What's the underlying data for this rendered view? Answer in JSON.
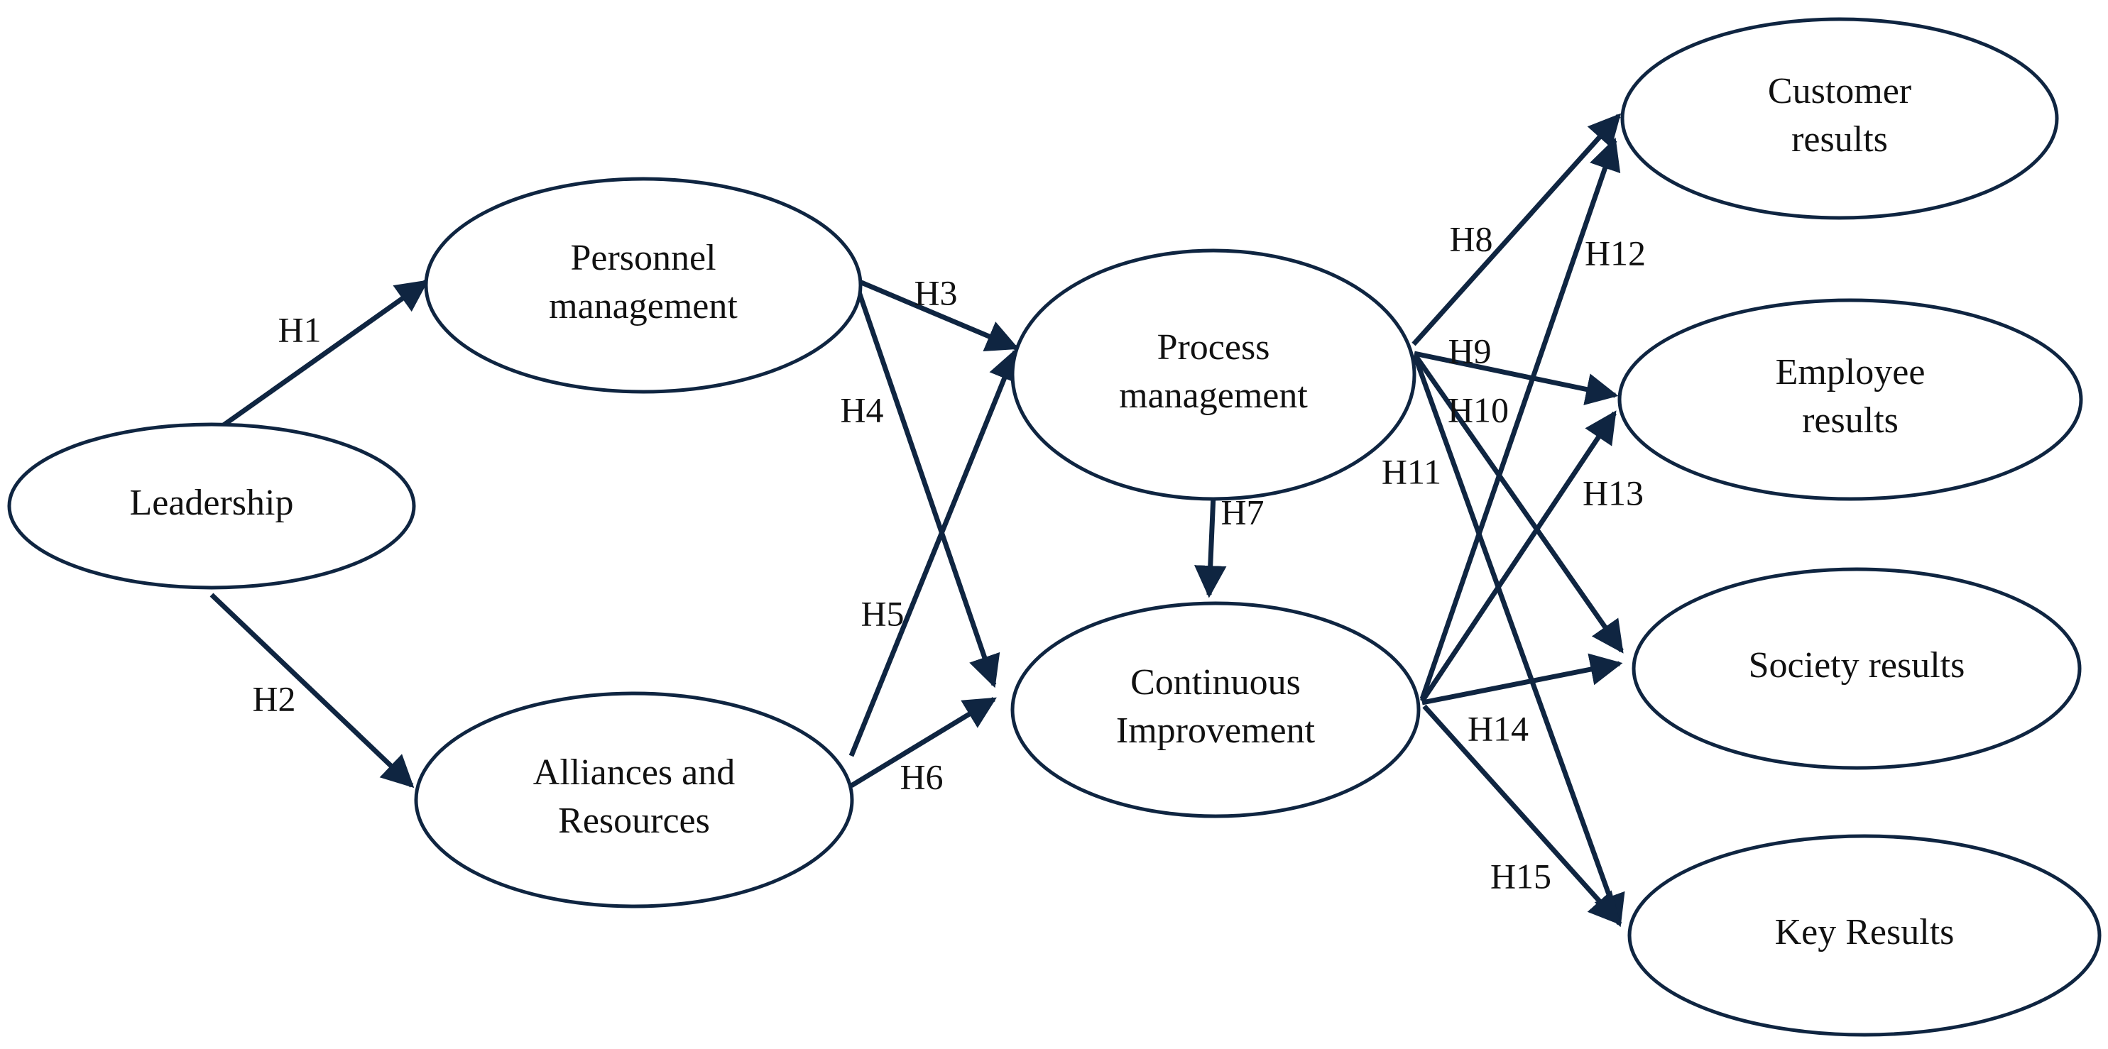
{
  "nodes": {
    "leadership": [
      "Leadership"
    ],
    "personnel": [
      "Personnel",
      "management"
    ],
    "alliances": [
      "Alliances and",
      "Resources"
    ],
    "process": [
      "Process",
      "management"
    ],
    "continuous": [
      "Continuous",
      "Improvement"
    ],
    "customer": [
      "Customer",
      "results"
    ],
    "employee": [
      "Employee",
      "results"
    ],
    "society": [
      "Society results"
    ],
    "key": [
      "Key Results"
    ]
  },
  "edges": [
    {
      "id": "H1",
      "label": "H1",
      "from": "leadership",
      "to": "personnel"
    },
    {
      "id": "H2",
      "label": "H2",
      "from": "leadership",
      "to": "alliances"
    },
    {
      "id": "H3",
      "label": "H3",
      "from": "personnel",
      "to": "process"
    },
    {
      "id": "H4",
      "label": "H4",
      "from": "personnel",
      "to": "continuous"
    },
    {
      "id": "H5",
      "label": "H5",
      "from": "alliances",
      "to": "process"
    },
    {
      "id": "H6",
      "label": "H6",
      "from": "alliances",
      "to": "continuous"
    },
    {
      "id": "H7",
      "label": "H7",
      "from": "process",
      "to": "continuous"
    },
    {
      "id": "H8",
      "label": "H8",
      "from": "process",
      "to": "customer"
    },
    {
      "id": "H9",
      "label": "H9",
      "from": "process",
      "to": "employee"
    },
    {
      "id": "H10",
      "label": "H10",
      "from": "process",
      "to": "society"
    },
    {
      "id": "H11",
      "label": "H11",
      "from": "process",
      "to": "key"
    },
    {
      "id": "H12",
      "label": "H12",
      "from": "continuous",
      "to": "customer"
    },
    {
      "id": "H13",
      "label": "H13",
      "from": "continuous",
      "to": "employee"
    },
    {
      "id": "H14",
      "label": "H14",
      "from": "continuous",
      "to": "society"
    },
    {
      "id": "H15",
      "label": "H15",
      "from": "continuous",
      "to": "key"
    }
  ],
  "colors": {
    "stroke": "#0f2541",
    "text": "#111111",
    "background": "#ffffff"
  }
}
